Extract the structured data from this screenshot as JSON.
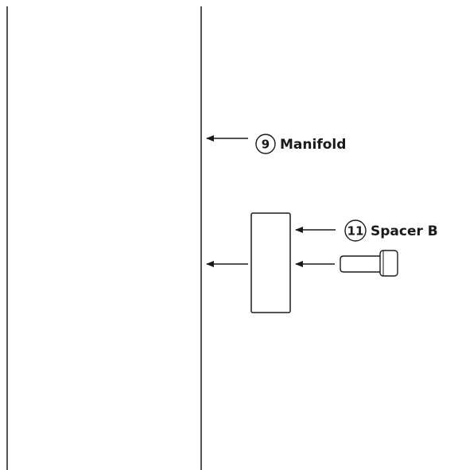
{
  "callouts": [
    {
      "number": "9",
      "label": "Manifold"
    },
    {
      "number": "11",
      "label": "Spacer B"
    }
  ],
  "colors": {
    "line": "#1a1a1a",
    "text": "#1a1a1a",
    "background": "#ffffff"
  }
}
